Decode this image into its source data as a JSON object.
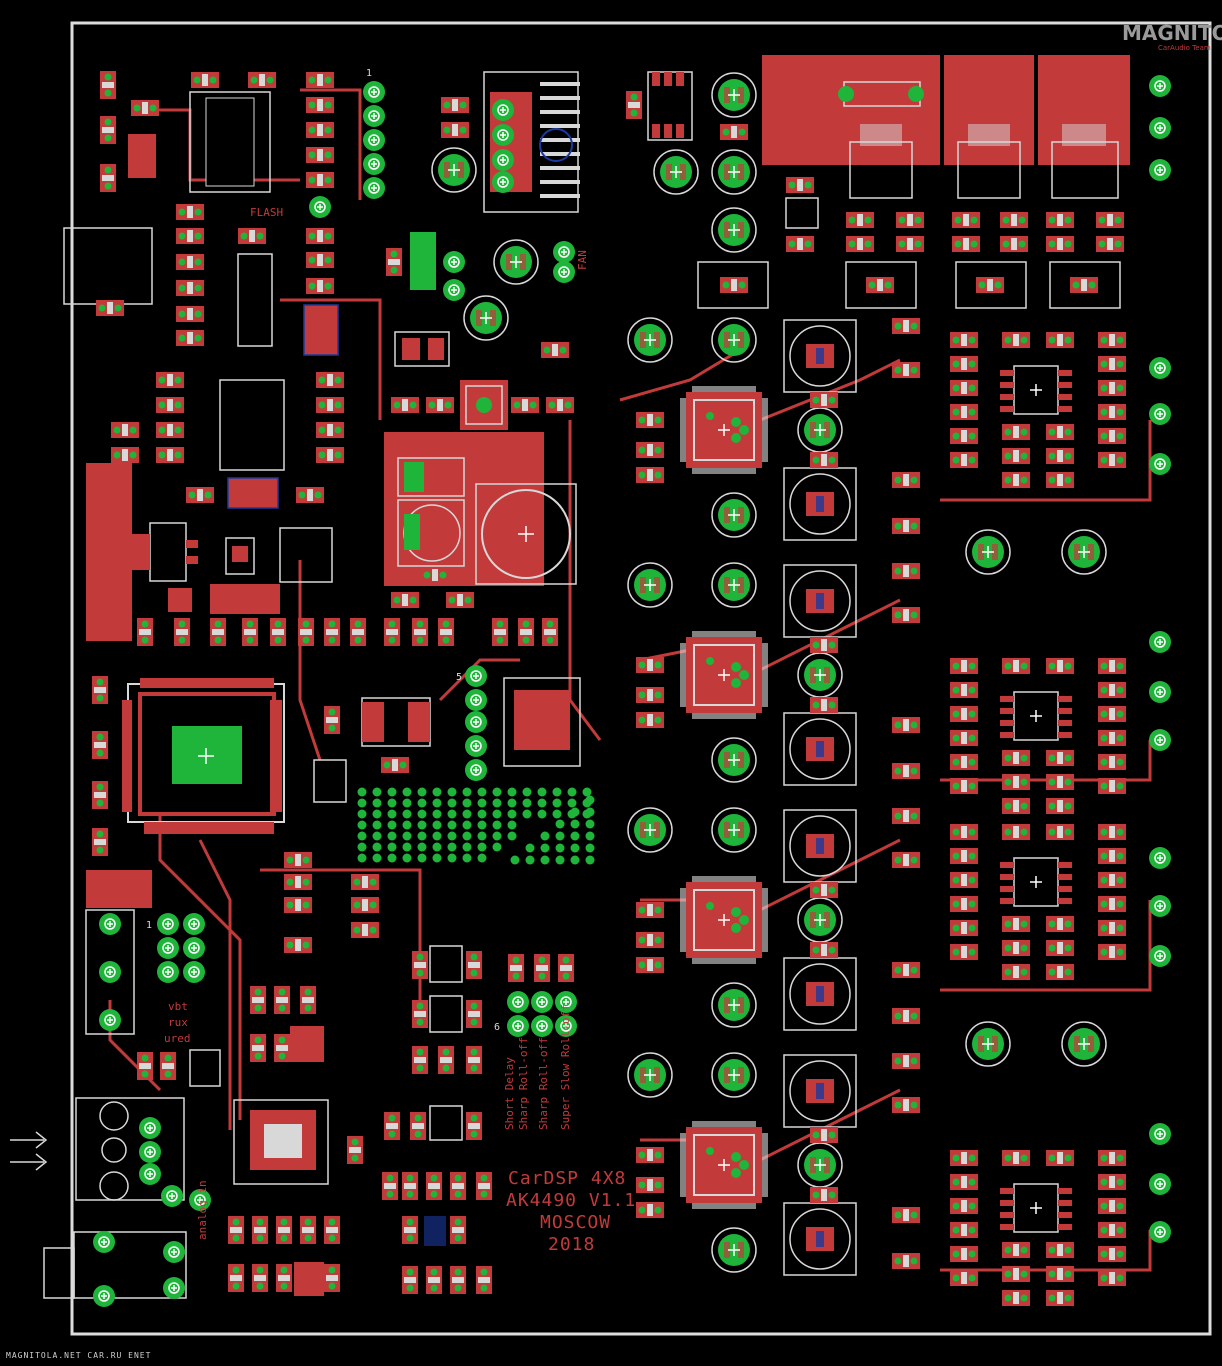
{
  "logo": {
    "main": "MAGNITOLA",
    "sub": "CarAudio Team"
  },
  "board_title": {
    "lines": [
      "CarDSP 4X8",
      "AK4490 V1.1",
      "MOSCOW",
      "2018"
    ]
  },
  "silk_labels": {
    "flash": "FLASH",
    "fan": "FAN",
    "vbt": "vbt",
    "rux": "rux",
    "ured": "ured",
    "analog_in": "analog in",
    "jumper_labels": [
      "Short Delay",
      "Sharp Roll-off",
      "Sharp Roll-off",
      "Super Slow Roll-off"
    ],
    "header_nums": [
      "1",
      "5",
      "6",
      "1"
    ]
  },
  "footer": "MAGNITOLA.NET  CAR.RU  ENET",
  "colors": {
    "background": "#000000",
    "copper_top": "#c23a3a",
    "via_green": "#1fb53a",
    "silkscreen": "#d8d8d8",
    "outline": "#dcdcdc"
  }
}
